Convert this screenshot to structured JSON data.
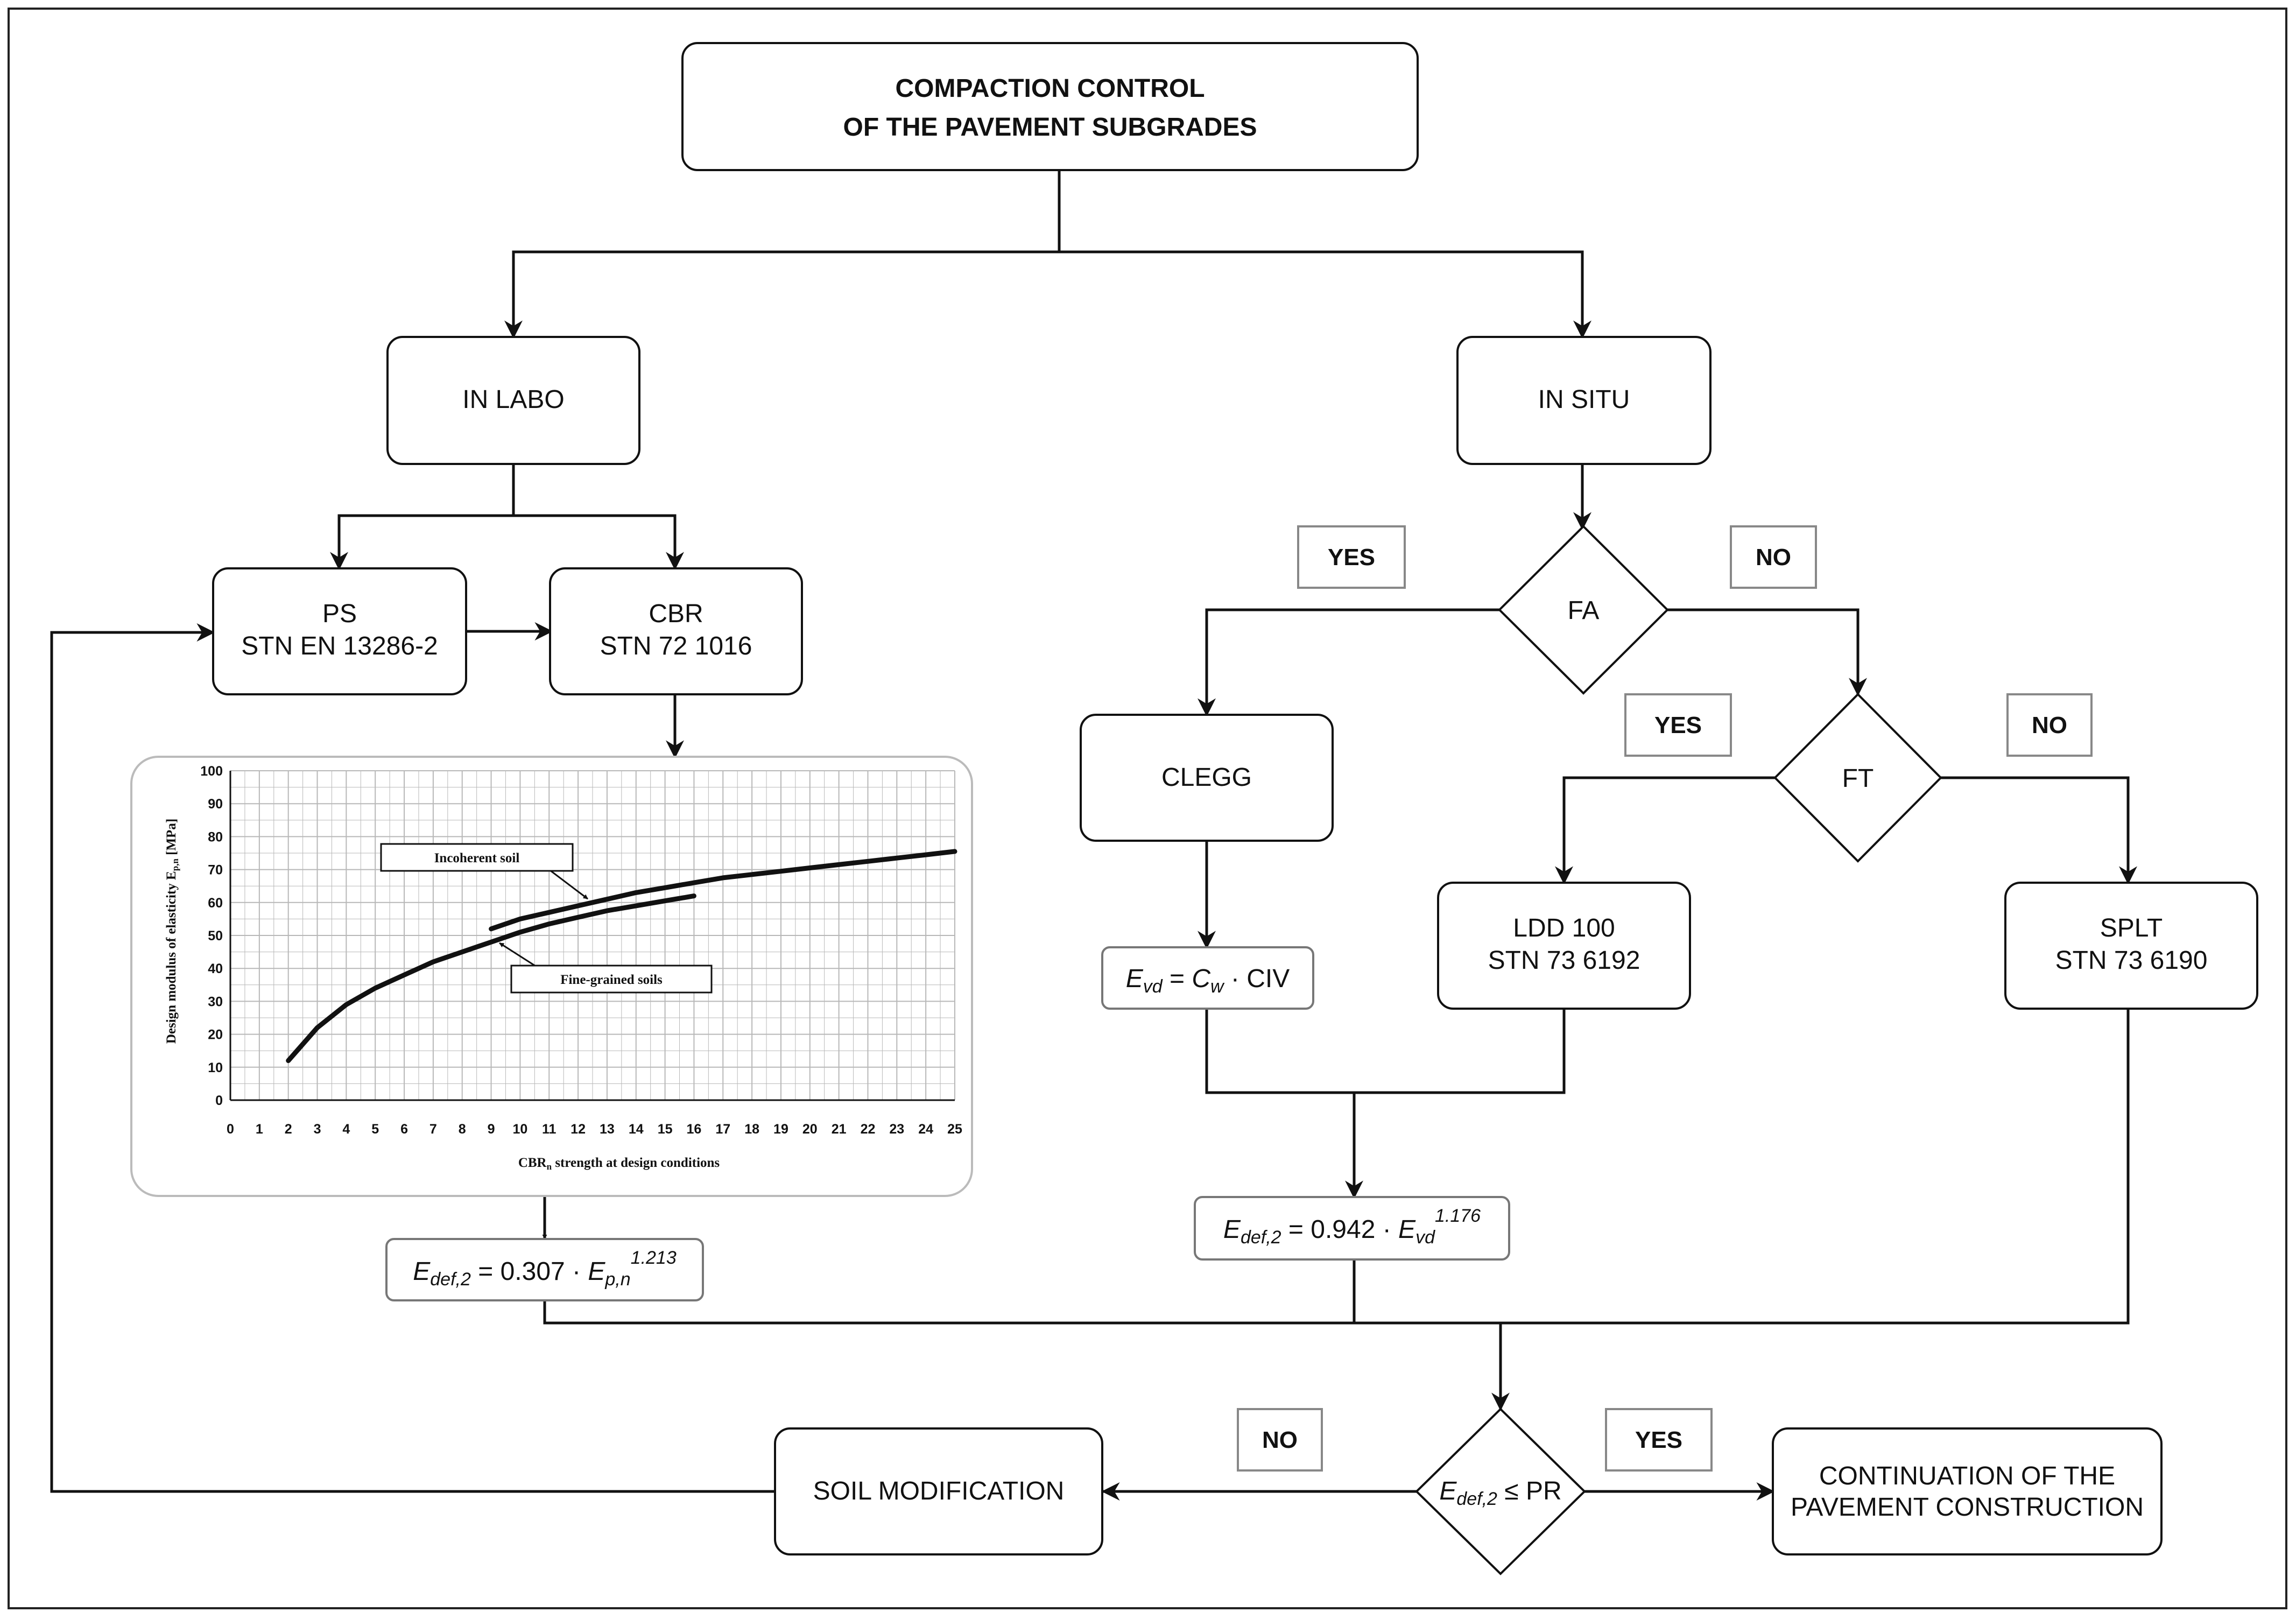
{
  "title": {
    "line1": "COMPACTION CONTROL",
    "line2": "OF THE PAVEMENT SUBGRADES"
  },
  "boxes": {
    "in_labo": "IN LABO",
    "in_situ": "IN SITU",
    "ps": {
      "line1": "PS",
      "line2": "STN EN 13286-2"
    },
    "cbr": {
      "line1": "CBR",
      "line2": "STN 72 1016"
    },
    "clegg": "CLEGG",
    "ldd": {
      "line1": "LDD 100",
      "line2": "STN 73 6192"
    },
    "splt": {
      "line1": "SPLT",
      "line2": "STN 73 6190"
    },
    "soil_mod": "SOIL MODIFICATION",
    "continuation": {
      "line1": "CONTINUATION OF THE",
      "line2": "PAVEMENT CONSTRUCTION"
    }
  },
  "decisions": {
    "fa": "FA",
    "ft": "FT",
    "final": {
      "e": "E",
      "sub": "def,2",
      "rest": " ≤ PR"
    }
  },
  "tags": {
    "yes": "YES",
    "no": "NO"
  },
  "formulas": {
    "evd": {
      "e": "E",
      "sub": "vd",
      "eq": " = ",
      "c": "C",
      "csub": "w",
      "rest": " · CIV"
    },
    "edef_situ": {
      "e": "E",
      "sub": "def,2",
      "mid": " = 0.942 · ",
      "e2": "E",
      "sub2": "vd",
      "exp": "1.176"
    },
    "edef_labo": {
      "e": "E",
      "sub": "def,2",
      "mid": " = 0.307 · ",
      "e2": "E",
      "sub2": "p,n",
      "exp": "1.213"
    }
  },
  "chart_data": {
    "type": "line",
    "xlabel": "CBRn strength at design conditions",
    "xlabel_main": "CBR",
    "xlabel_sub": "n",
    "xlabel_rest": " strength at design conditions",
    "ylabel": "Design modulus of elasticity Ep,n [MPa]",
    "ylabel_main": "Design modulus of elasticity E",
    "ylabel_sub": "p,n",
    "ylabel_rest": " [MPa]",
    "xlim": [
      0,
      25
    ],
    "ylim": [
      0,
      100
    ],
    "x_ticks": [
      "0",
      "1",
      "2",
      "3",
      "4",
      "5",
      "6",
      "7",
      "8",
      "9",
      "10",
      "11",
      "12",
      "13",
      "14",
      "15",
      "16",
      "17",
      "18",
      "19",
      "20",
      "21",
      "22",
      "23",
      "24",
      "25"
    ],
    "y_ticks": [
      "0",
      "10",
      "20",
      "30",
      "40",
      "50",
      "60",
      "70",
      "80",
      "90",
      "100"
    ],
    "grid": true,
    "series": [
      {
        "name": "Incoherent soil",
        "x": [
          9,
          10,
          11,
          12,
          13,
          14,
          15,
          16,
          17,
          18,
          19,
          20,
          21,
          22,
          23,
          24,
          25
        ],
        "y": [
          52,
          55,
          57,
          59,
          61,
          63,
          64.5,
          66,
          67.5,
          68.5,
          69.5,
          70.5,
          71.5,
          72.5,
          73.5,
          74.5,
          75.5
        ]
      },
      {
        "name": "Fine-grained soils",
        "x": [
          2,
          3,
          4,
          5,
          6,
          7,
          8,
          9,
          10,
          11,
          12,
          13,
          14,
          15,
          16
        ],
        "y": [
          12,
          22,
          29,
          34,
          38,
          42,
          45,
          48,
          51,
          53.5,
          55.5,
          57.5,
          59,
          60.5,
          62
        ]
      }
    ],
    "annotations": [
      "Incoherent soil",
      "Fine-grained soils"
    ]
  }
}
